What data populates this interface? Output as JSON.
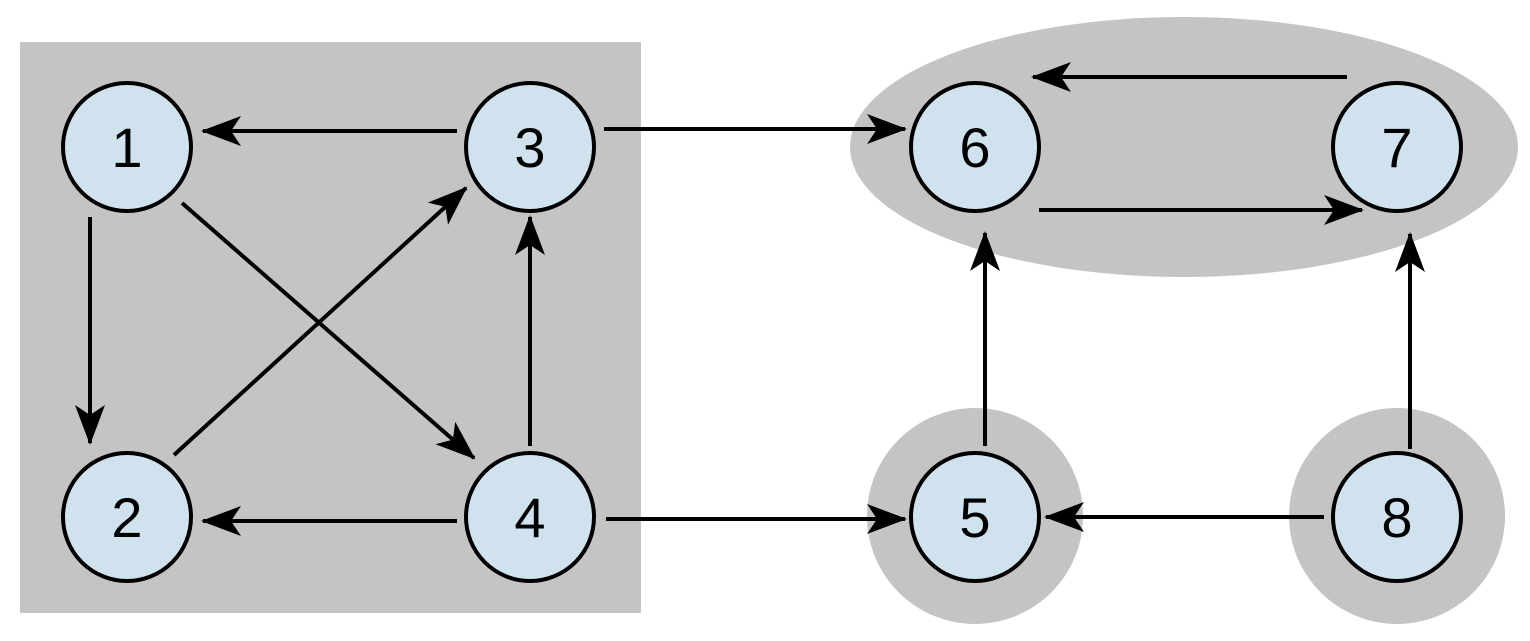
{
  "colors": {
    "background": "#ffffff",
    "region_fill": "#c4c4c4",
    "node_fill": "#cfe2ee",
    "stroke": "#000000"
  },
  "nodes": [
    {
      "id": "1",
      "label": "1"
    },
    {
      "id": "2",
      "label": "2"
    },
    {
      "id": "3",
      "label": "3"
    },
    {
      "id": "4",
      "label": "4"
    },
    {
      "id": "5",
      "label": "5"
    },
    {
      "id": "6",
      "label": "6"
    },
    {
      "id": "7",
      "label": "7"
    },
    {
      "id": "8",
      "label": "8"
    }
  ],
  "edges": [
    {
      "from": "3",
      "to": "1"
    },
    {
      "from": "1",
      "to": "2"
    },
    {
      "from": "1",
      "to": "4"
    },
    {
      "from": "2",
      "to": "3"
    },
    {
      "from": "4",
      "to": "3"
    },
    {
      "from": "4",
      "to": "2"
    },
    {
      "from": "3",
      "to": "6"
    },
    {
      "from": "4",
      "to": "5"
    },
    {
      "from": "7",
      "to": "6"
    },
    {
      "from": "6",
      "to": "7"
    },
    {
      "from": "5",
      "to": "6"
    },
    {
      "from": "8",
      "to": "7"
    },
    {
      "from": "8",
      "to": "5"
    }
  ],
  "components": [
    {
      "shape": "rectangle",
      "members": [
        "1",
        "2",
        "3",
        "4"
      ]
    },
    {
      "shape": "ellipse",
      "members": [
        "6",
        "7"
      ]
    },
    {
      "shape": "circle",
      "members": [
        "5"
      ]
    },
    {
      "shape": "circle",
      "members": [
        "8"
      ]
    }
  ]
}
